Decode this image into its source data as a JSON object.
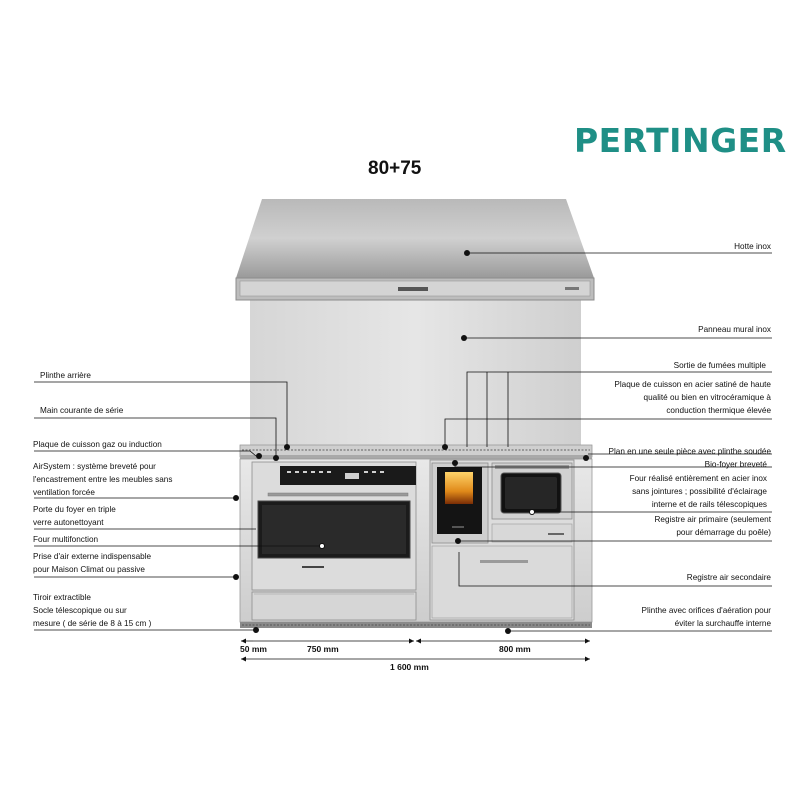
{
  "brand": "PERTINGER",
  "model": "80+75",
  "labels_left": {
    "plinthe_arriere": "Plinthe arrière",
    "main_courante": "Main courante de série",
    "plaque_gaz": "Plaque de cuisson gaz ou induction",
    "airsystem": [
      "AirSystem : système breveté pour",
      "l'encastrement entre les meubles sans",
      "ventilation forcée"
    ],
    "porte_foyer": [
      "Porte du foyer en triple",
      "verre autonettoyant"
    ],
    "four_multifonction": "Four multifonction",
    "prise_air": [
      "Prise d'air externe indispensable",
      "pour Maison Climat ou passive"
    ],
    "tiroir": "Tiroir extractible",
    "socle": [
      "Socle télescopique ou sur",
      "mesure ( de série de 8 à 15 cm )"
    ]
  },
  "labels_right": {
    "hotte": "Hotte inox",
    "panneau": "Panneau mural inox",
    "sortie_fumees": "Sortie de fumées multiple",
    "plaque_cuisson": [
      "Plaque de cuisson en acier satiné de haute",
      "qualité ou bien en vitrocéramique à",
      "conduction thermique élevée"
    ],
    "plan_piece": "Plan en une seule pièce avec plinthe soudée",
    "bio_foyer": "Bio-foyer breveté",
    "four_inox": [
      "Four réalisé entièrement en acier inox",
      "sans jointures ; possibilité d'éclairage",
      "interne et de rails télescopiques"
    ],
    "registre_primaire": [
      "Registre air primaire (seulement",
      "pour démarrage du poêle)"
    ],
    "registre_secondaire": "Registre air secondaire",
    "plinthe_orifices": [
      "Plinthe avec orifices d'aération pour",
      "éviter la surchauffe interne"
    ]
  },
  "dimensions": {
    "d50": "50 mm",
    "d750": "750 mm",
    "d800": "800 mm",
    "d1600": "1 600 mm"
  },
  "colors": {
    "brand": "#1f8f86",
    "steel_light": "#e2e2e2",
    "steel_mid": "#c9c9c9",
    "steel_dark": "#a8a8a8",
    "glass": "#141414",
    "fire": "#e08a1a"
  }
}
